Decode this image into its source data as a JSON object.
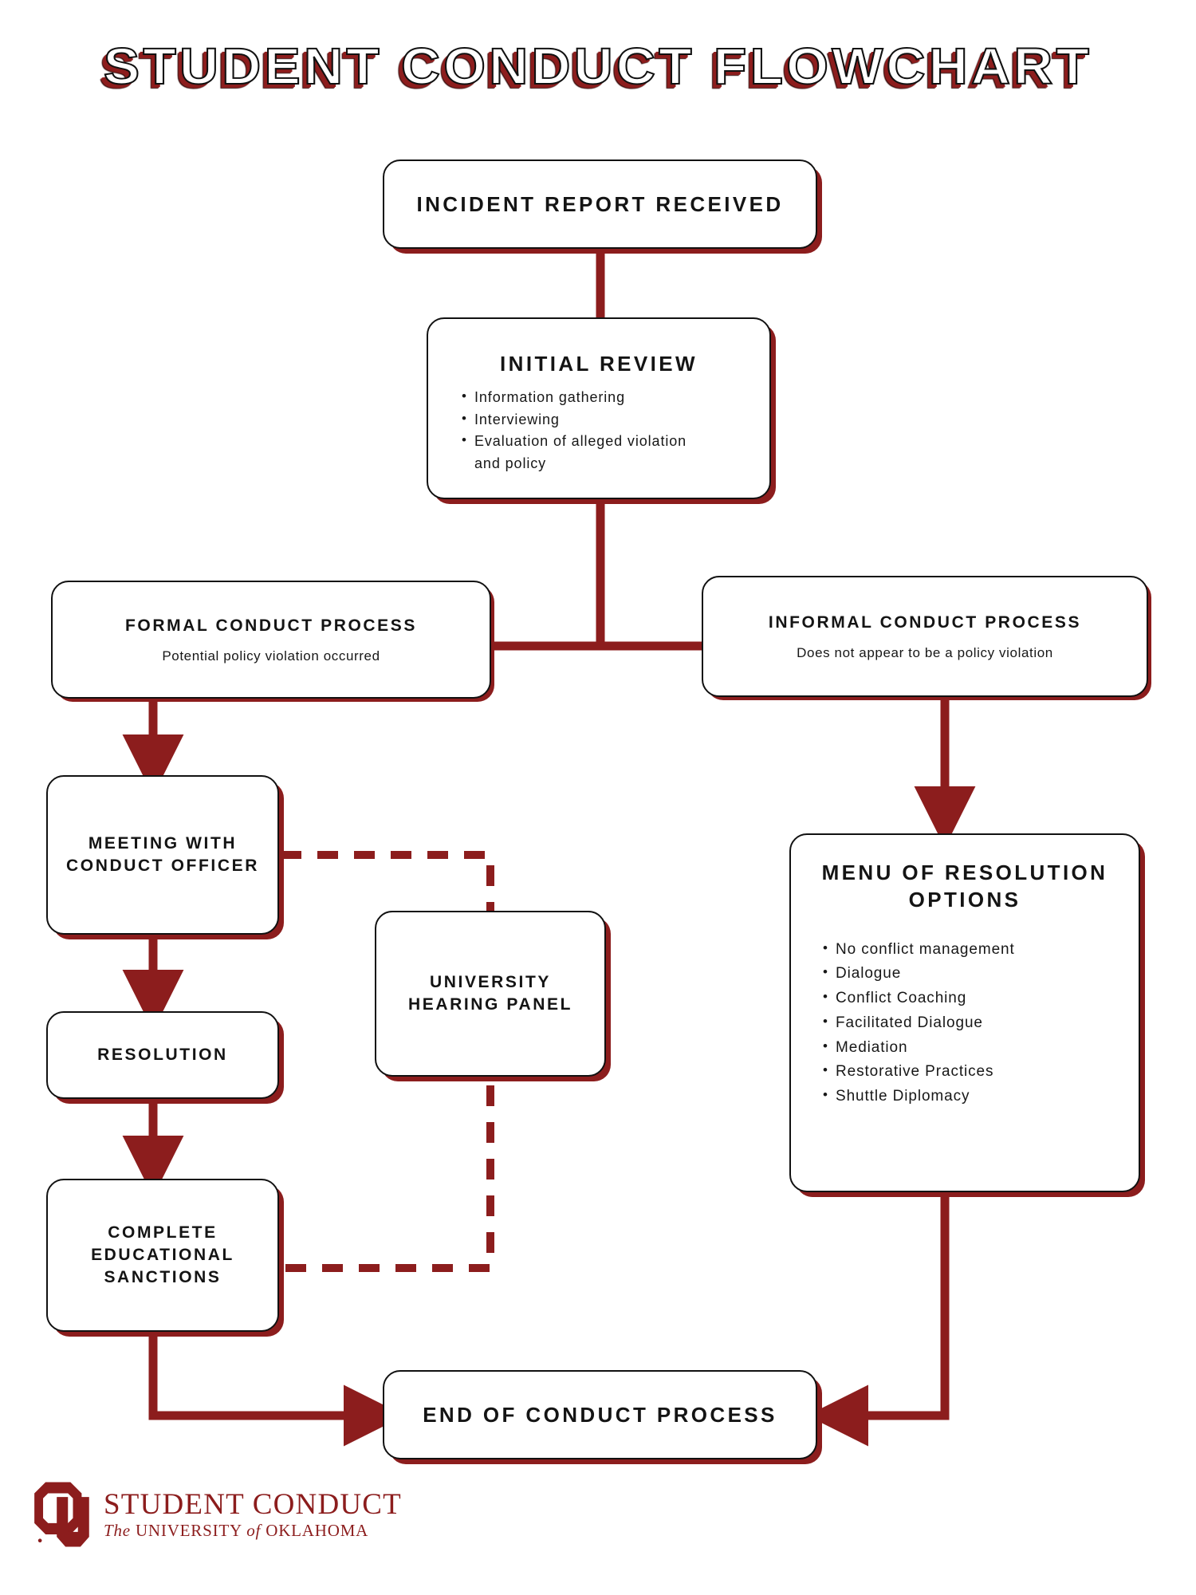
{
  "page": {
    "title": "STUDENT CONDUCT FLOWCHART",
    "accent_color": "#8c1d1d",
    "text_color": "#141414",
    "background": "#ffffff"
  },
  "nodes": {
    "incident_report": {
      "title": "INCIDENT REPORT RECEIVED"
    },
    "initial_review": {
      "title": "INITIAL REVIEW",
      "bullets": [
        "Information gathering",
        "Interviewing",
        "Evaluation of alleged violation and policy"
      ]
    },
    "formal_process": {
      "title": "FORMAL CONDUCT PROCESS",
      "subtitle": "Potential policy violation occurred"
    },
    "informal_process": {
      "title": "INFORMAL CONDUCT PROCESS",
      "subtitle": "Does not appear to be a policy violation"
    },
    "meeting_officer": {
      "title": "MEETING WITH CONDUCT OFFICER"
    },
    "hearing_panel": {
      "title": "UNIVERSITY HEARING PANEL"
    },
    "resolution": {
      "title": "RESOLUTION"
    },
    "sanctions": {
      "title": "COMPLETE EDUCATIONAL SANCTIONS"
    },
    "menu_options": {
      "title": "MENU OF RESOLUTION OPTIONS",
      "bullets": [
        "No conflict management",
        "Dialogue",
        "Conflict Coaching",
        "Facilitated Dialogue",
        "Mediation",
        "Restorative Practices",
        "Shuttle Diplomacy"
      ]
    },
    "end_process": {
      "title": "END OF CONDUCT PROCESS"
    }
  },
  "footer": {
    "org_name": "STUDENT CONDUCT",
    "institution_the": "The",
    "institution_rest": "UNIVERSITY",
    "institution_of": "of",
    "institution_state": "OKLAHOMA",
    "logo_mark": "ou-monogram-icon"
  }
}
